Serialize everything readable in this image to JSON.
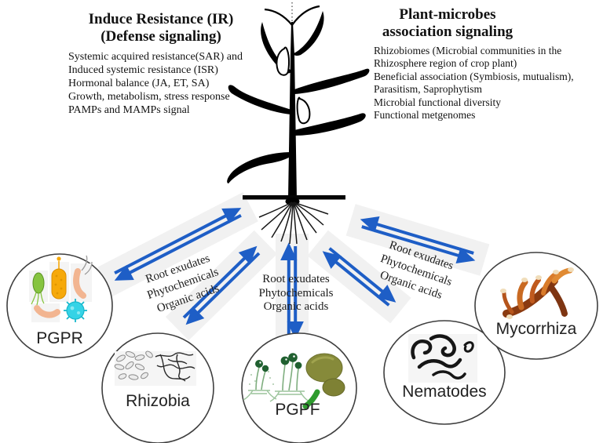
{
  "figure": {
    "left_panel": {
      "title": [
        "Induce Resistance (IR)",
        "(Defense signaling)"
      ],
      "lines": [
        "Systemic acquired resistance(SAR) and",
        "Induced systemic resistance (ISR)",
        "Hormonal balance (JA, ET, SA)",
        "Growth, metabolism, stress response",
        "PAMPs and MAMPs signal"
      ]
    },
    "right_panel": {
      "title": [
        "Plant-microbes",
        "association signaling"
      ],
      "lines": [
        "Rhizobiomes (Microbial communities in the",
        "Rhizosphere region of crop plant)",
        "Beneficial association (Symbiosis, mutualism),",
        "Parasitism, Saprophytism",
        "Microbial functional diversity",
        "Functional metgenomes"
      ]
    },
    "exchange_label": {
      "lines": [
        "Root exudates",
        "Phytochemicals",
        "Organic acids"
      ]
    },
    "nodes": [
      {
        "id": "pgpr",
        "label": "PGPR"
      },
      {
        "id": "rhizobia",
        "label": "Rhizobia"
      },
      {
        "id": "pgpf",
        "label": "PGPF"
      },
      {
        "id": "nematodes",
        "label": "Nematodes"
      },
      {
        "id": "mycorrhiza",
        "label": "Mycorrhiza"
      }
    ],
    "icons": {
      "plant": "maize-plant-icon",
      "pgpr": "bacteria-cluster-icon",
      "rhizobia": "rhizobia-micrograph-icon",
      "pgpf": "fungi-sporangia-icon",
      "nematodes": "worms-icon",
      "mycorrhiza": "coral-branches-icon",
      "arrows": "double-exchange-arrow-icon"
    },
    "colors": {
      "arrow_blue": "#1e5ec6",
      "band_gray": "#f1f1f1",
      "circle_stroke": "#3f3f3f",
      "text_black": "#121212",
      "pgpr_green": "#86c440",
      "pgpr_orange": "#f6a90a",
      "pgpr_peach": "#f2b591",
      "pgpr_cyan": "#35d3e6",
      "pgpf_olive": "#868a3a",
      "pgpf_dark_green": "#206030",
      "mycorrhiza_coral": "#b5541b"
    }
  }
}
